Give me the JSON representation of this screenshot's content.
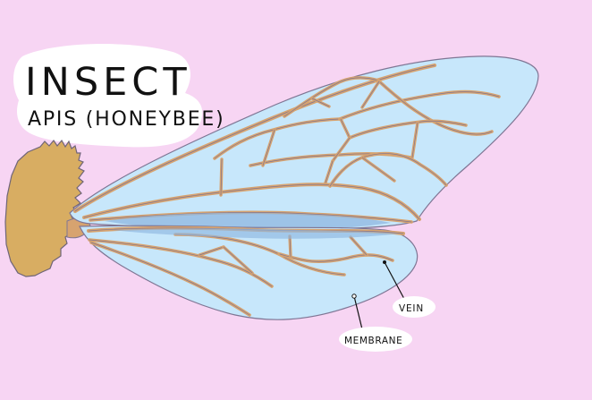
{
  "title": {
    "line1": "INSECT",
    "line2": "APIS (HONEYBEE)"
  },
  "labels": {
    "vein": "VEIN",
    "membrane": "MEMBRANE"
  },
  "colors": {
    "background": "#f7d5f3",
    "membrane": "#c7e7fb",
    "membrane_shadow": "#8fb7e0",
    "vein": "#d7a36f",
    "vein_outline": "#7f7694",
    "base": "#d8ad62",
    "base_outline": "#6f6578",
    "label_bg": "#ffffff"
  }
}
